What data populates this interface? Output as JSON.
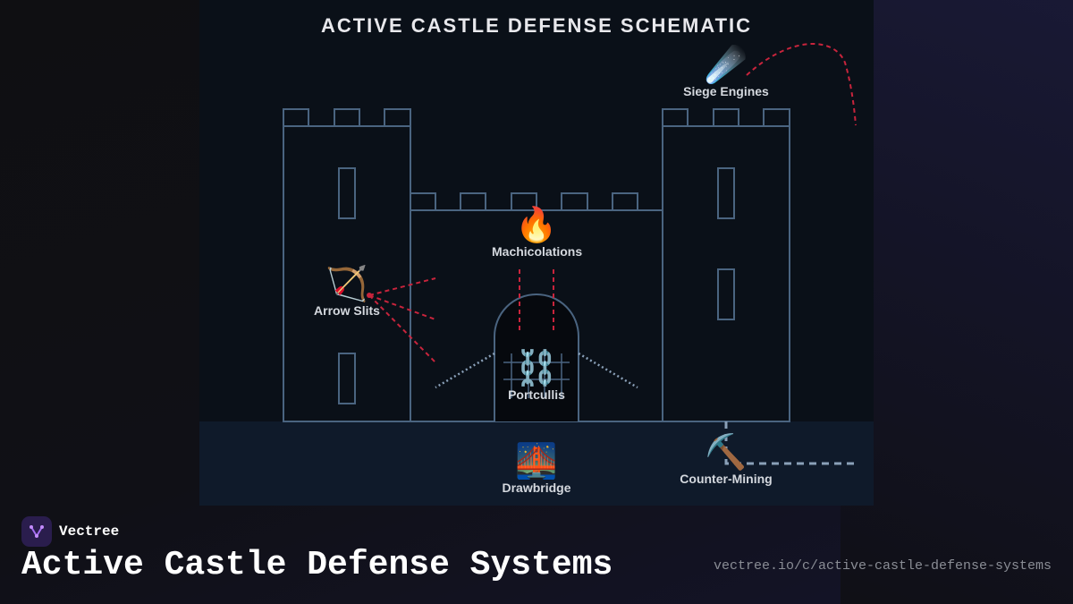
{
  "diagram": {
    "title": "ACTIVE CASTLE DEFENSE SCHEMATIC",
    "nodes": [
      {
        "id": "siege",
        "label": "Siege Engines",
        "icon": "comet-icon",
        "glyph": "☄️"
      },
      {
        "id": "machicolations",
        "label": "Machicolations",
        "icon": "fire-icon",
        "glyph": "🔥"
      },
      {
        "id": "arrow",
        "label": "Arrow Slits",
        "icon": "bow-and-arrow-icon",
        "glyph": "🏹"
      },
      {
        "id": "portcullis",
        "label": "Portcullis",
        "icon": "chains-icon",
        "glyph": "⛓️"
      },
      {
        "id": "drawbridge",
        "label": "Drawbridge",
        "icon": "bridge-at-night-icon",
        "glyph": "🌉"
      },
      {
        "id": "mining",
        "label": "Counter-Mining",
        "icon": "pickaxe-icon",
        "glyph": "⛏️"
      }
    ]
  },
  "colors": {
    "outline": "#4a6480",
    "attack_line": "#c8243c",
    "support_line": "#8aa0b8",
    "panel": "#0a1018",
    "ground": "#0f1a2a"
  },
  "footer": {
    "brand": "Vectree",
    "title": "Active Castle Defense Systems",
    "url": "vectree.io/c/active-castle-defense-systems"
  }
}
